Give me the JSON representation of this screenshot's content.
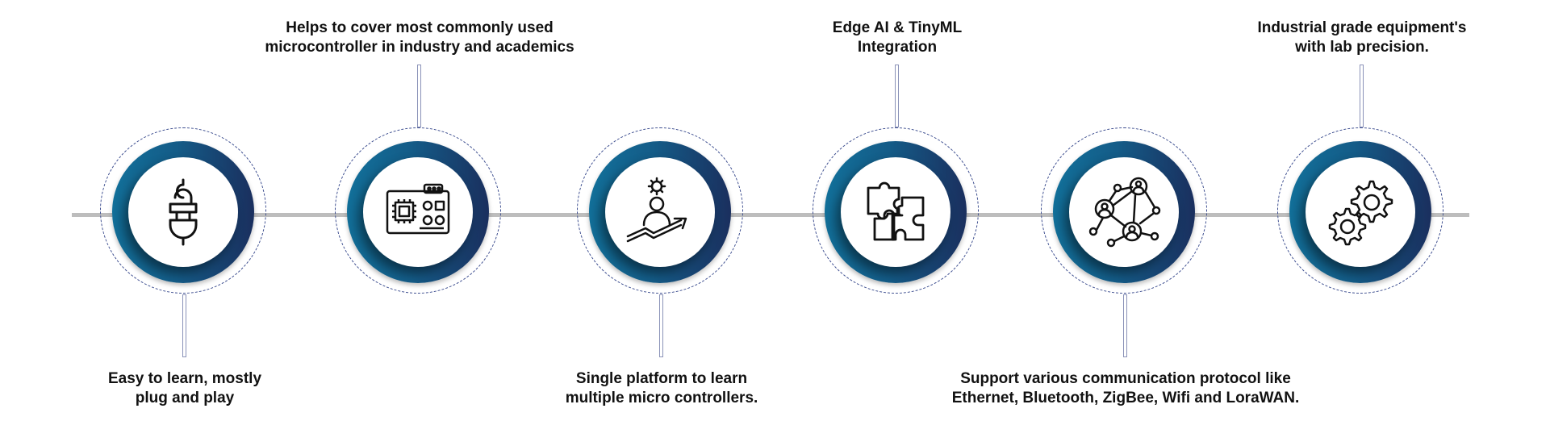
{
  "steps": [
    {
      "icon": "plug-icon",
      "position": "bottom",
      "label_lines": [
        "Easy to learn, mostly",
        "plug and play"
      ]
    },
    {
      "icon": "circuit-board-icon",
      "position": "top",
      "label_lines": [
        "Helps to cover most commonly used",
        "microcontroller in industry and academics"
      ]
    },
    {
      "icon": "person-growth-icon",
      "position": "bottom",
      "label_lines": [
        "Single platform to learn",
        "multiple micro controllers."
      ]
    },
    {
      "icon": "puzzle-icon",
      "position": "top",
      "label_lines": [
        "Edge AI & TinyML",
        "Integration"
      ]
    },
    {
      "icon": "network-icon",
      "position": "bottom",
      "label_lines": [
        "Support various communication protocol like",
        "Ethernet, Bluetooth, ZigBee, Wifi and LoraWAN."
      ]
    },
    {
      "icon": "gears-icon",
      "position": "top",
      "label_lines": [
        "Industrial grade equipment's",
        "with lab precision."
      ]
    }
  ],
  "colors": {
    "ring_light": "#12709a",
    "ring_dark": "#1a2f5e",
    "timeline": "#bdbdbd",
    "dashed": "#3c4d8f"
  }
}
